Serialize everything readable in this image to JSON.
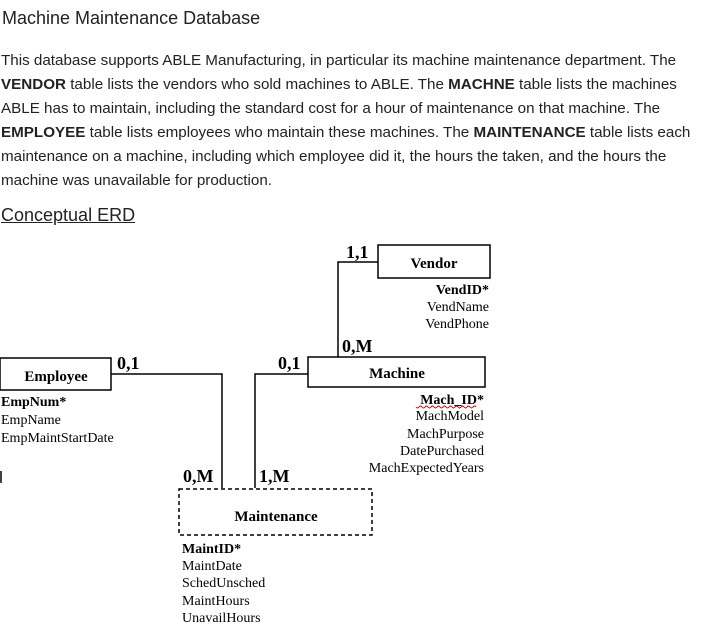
{
  "title": "Machine Maintenance Database",
  "intro": {
    "p1": " This database supports ABLE Manufacturing, in particular its machine maintenance department. The ",
    "b1": "VENDOR",
    "p2": " table lists the vendors who sold machines to ABLE. The ",
    "b2": "MACHNE",
    "p3": " table lists the machines ABLE has to maintain, including the standard cost for a hour of maintenance on that machine. The ",
    "b3": "EMPLOYEE",
    "p4": " table lists employees who maintain these machines. The ",
    "b4": "MAINTENANCE",
    "p5": " table lists each maintenance on a machine, including which employee did it, the hours the taken, and the hours the machine was unavailable for production."
  },
  "section_heading": "Conceptual ERD",
  "erd": {
    "vendor": {
      "name": "Vendor",
      "pk": "VendID*",
      "attrs": [
        "VendName",
        "VendPhone"
      ]
    },
    "machine": {
      "name": "Machine",
      "pk": "Mach_ID*",
      "attrs": [
        "MachModel",
        "MachPurpose",
        "DatePurchased",
        "MachExpectedYears"
      ]
    },
    "employee": {
      "name": "Employee",
      "pk": "EmpNum*",
      "attrs": [
        "EmpName",
        "EmpMaintStartDate"
      ]
    },
    "maintenance": {
      "name": "Maintenance",
      "pk": "MaintID*",
      "attrs": [
        "MaintDate",
        "SchedUnsched",
        "MaintHours",
        "UnavailHours"
      ]
    },
    "cardinalities": {
      "vendor_side": "1,1",
      "machine_vendor_side": "0,M",
      "employee_side": "0,1",
      "machine_maint_side": "0,1",
      "maint_employee_side": "0,M",
      "maint_machine_side": "1,M"
    }
  }
}
